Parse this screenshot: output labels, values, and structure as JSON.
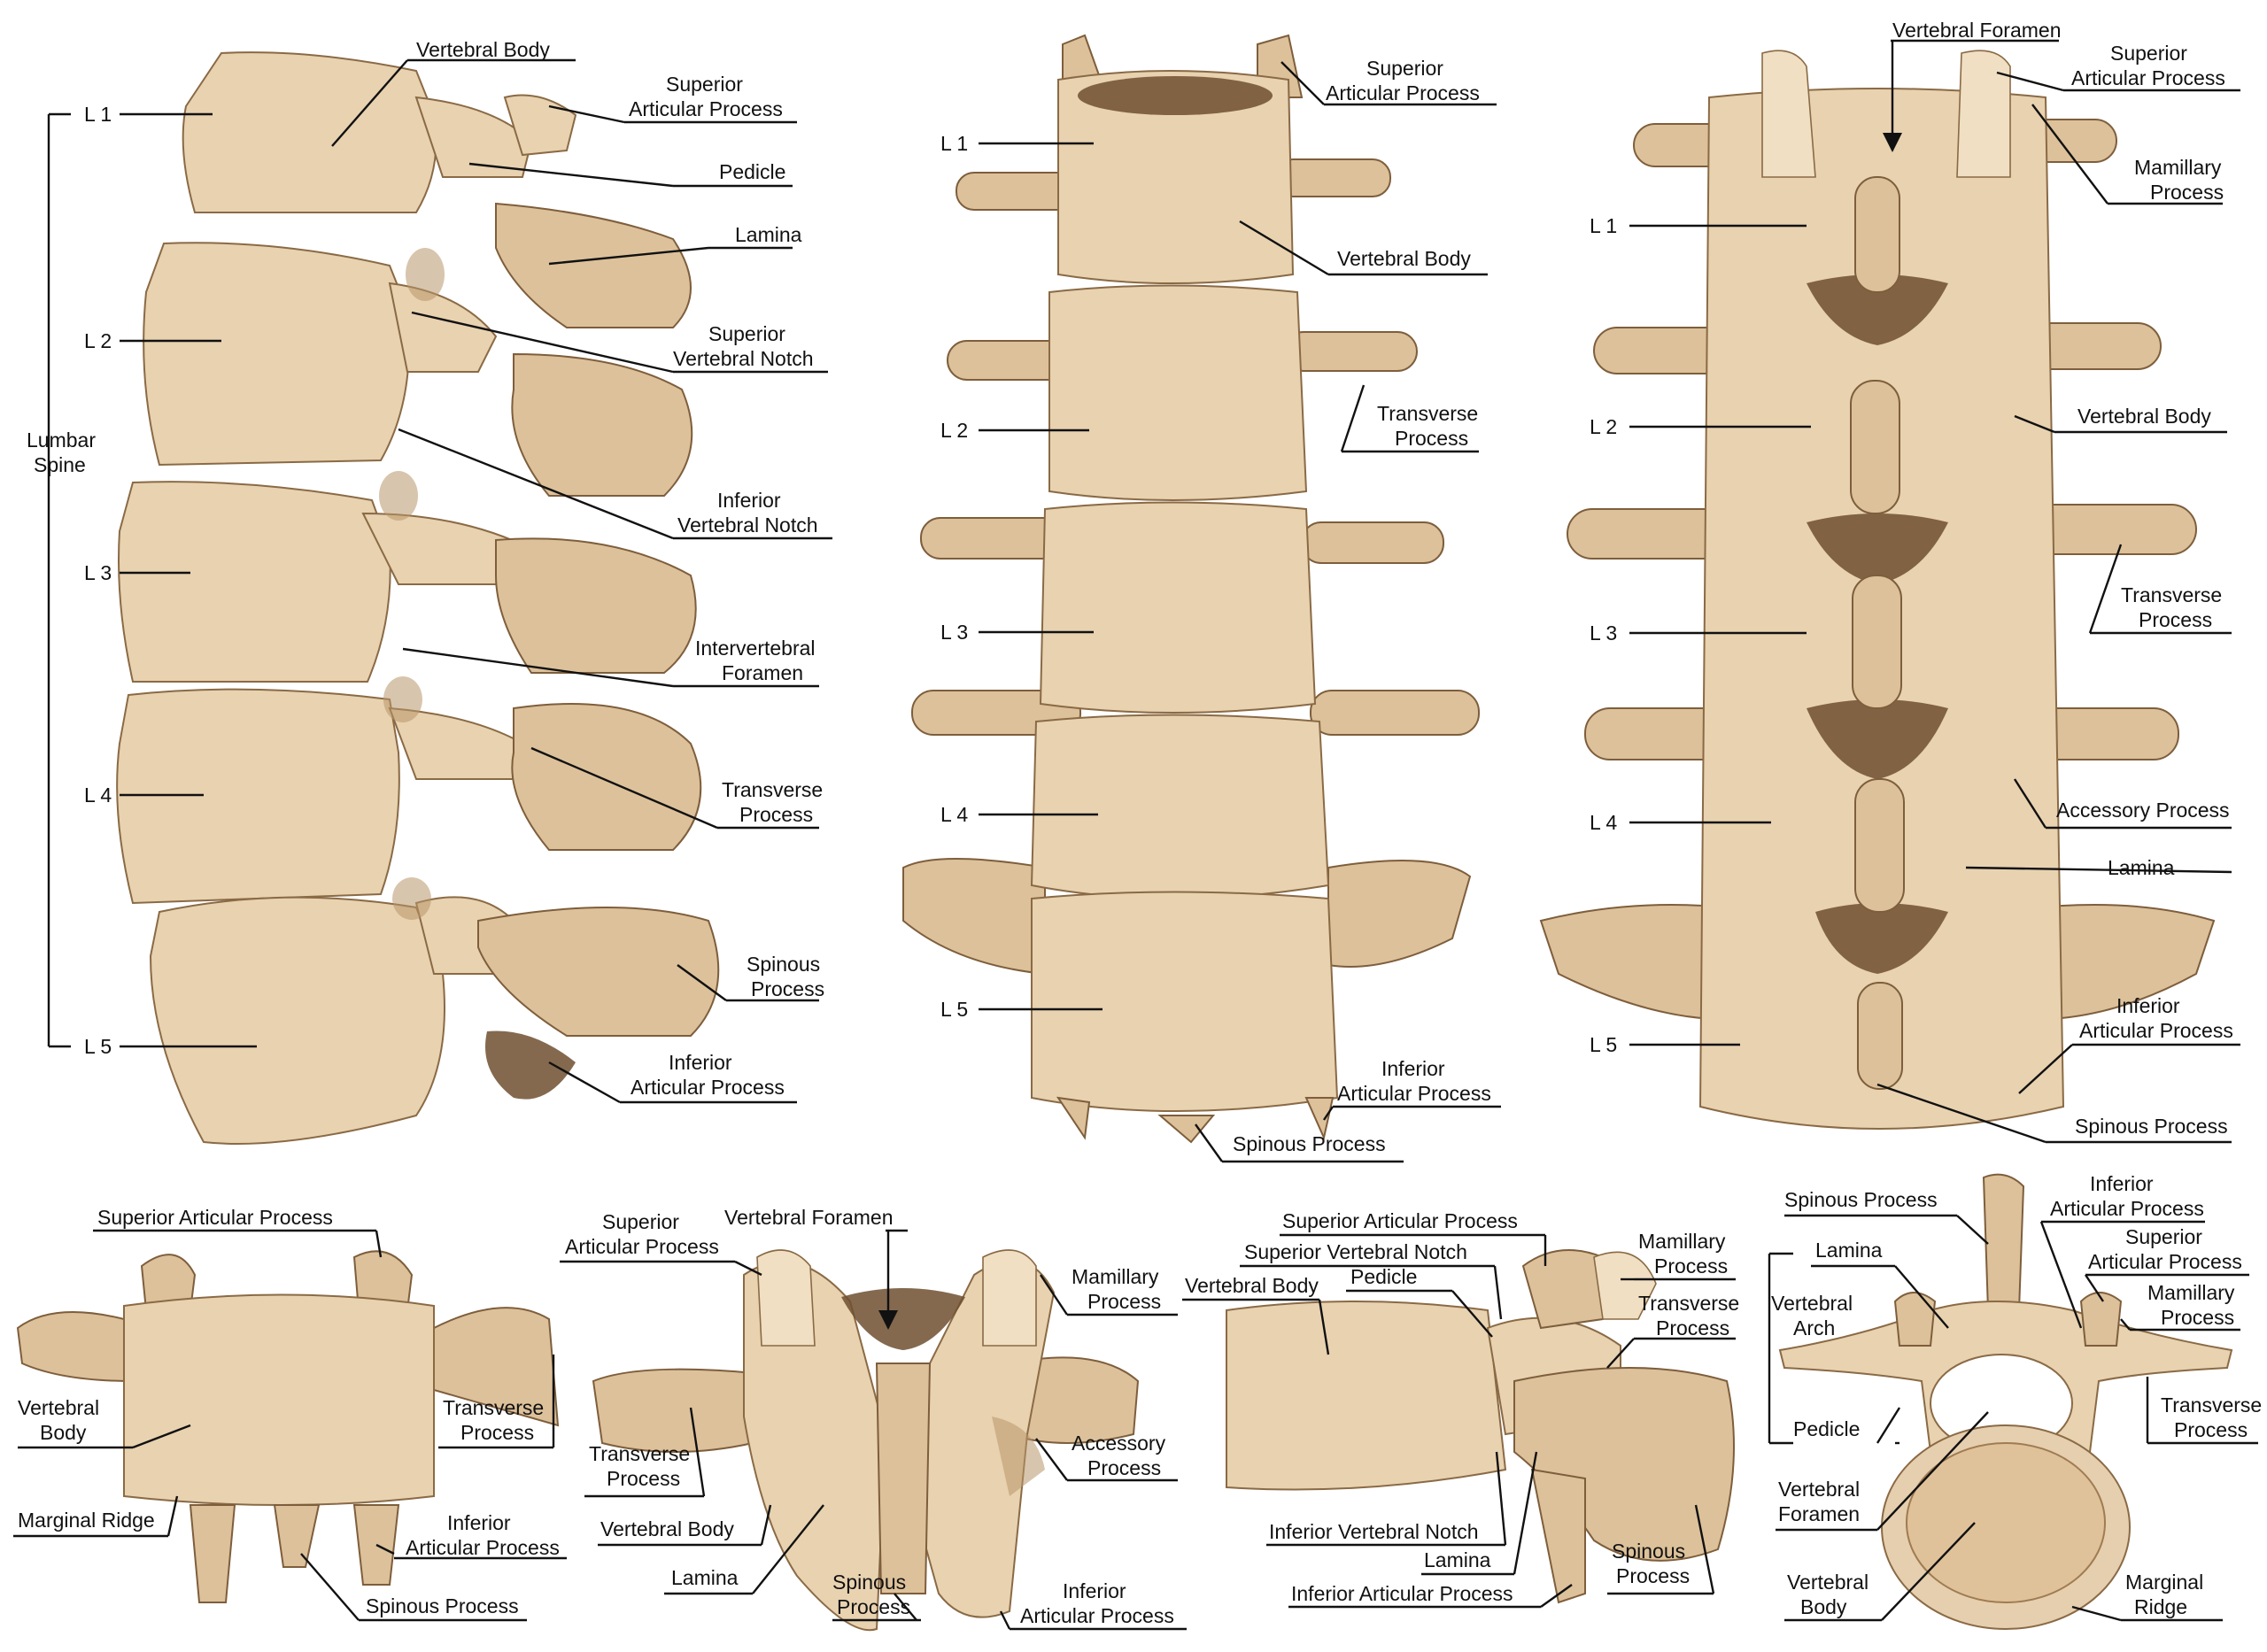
{
  "colors": {
    "bone": "#e8d2b0",
    "bone_dark": "#b8956a",
    "outline": "#8a6a45",
    "label": "#111111",
    "background": "#ffffff"
  },
  "lateral": {
    "levels": [
      "L 1",
      "L 2",
      "L 3",
      "L 4",
      "L 5"
    ],
    "bracket_label_line1": "Lumbar",
    "bracket_label_line2": "Spine",
    "labels": {
      "vertebral_body": "Vertebral Body",
      "sup_art_1": "Superior",
      "sup_art_2": "Articular Process",
      "pedicle": "Pedicle",
      "lamina": "Lamina",
      "sup_notch_1": "Superior",
      "sup_notch_2": "Vertebral Notch",
      "inf_notch_1": "Inferior",
      "inf_notch_2": "Vertebral Notch",
      "iv_foramen_1": "Intervertebral",
      "iv_foramen_2": "Foramen",
      "transverse_1": "Transverse",
      "transverse_2": "Process",
      "spinous_1": "Spinous",
      "spinous_2": "Process",
      "inf_art_1": "Inferior",
      "inf_art_2": "Articular Process"
    }
  },
  "anterior": {
    "levels": [
      "L 1",
      "L 2",
      "L 3",
      "L 4",
      "L 5"
    ],
    "labels": {
      "sup_art_1": "Superior",
      "sup_art_2": "Articular Process",
      "vertebral_body": "Vertebral Body",
      "transverse_1": "Transverse",
      "transverse_2": "Process",
      "inf_art_1": "Inferior",
      "inf_art_2": "Articular Process",
      "spinous": "Spinous Process"
    }
  },
  "posterior": {
    "levels": [
      "L 1",
      "L 2",
      "L 3",
      "L 4",
      "L 5"
    ],
    "labels": {
      "vertebral_foramen": "Vertebral Foramen",
      "sup_art_1": "Superior",
      "sup_art_2": "Articular Process",
      "mamillary_1": "Mamillary",
      "mamillary_2": "Process",
      "vertebral_body": "Vertebral Body",
      "transverse_1": "Transverse",
      "transverse_2": "Process",
      "accessory": "Accessory Process",
      "lamina": "Lamina",
      "inf_art_1": "Inferior",
      "inf_art_2": "Articular Process",
      "spinous": "Spinous Process"
    }
  },
  "single_anterior": {
    "labels": {
      "sup_art": "Superior Articular Process",
      "vb_1": "Vertebral",
      "vb_2": "Body",
      "transverse_1": "Transverse",
      "transverse_2": "Process",
      "marginal": "Marginal Ridge",
      "inf_art_1": "Inferior",
      "inf_art_2": "Articular Process",
      "spinous": "Spinous Process"
    }
  },
  "single_posterior": {
    "labels": {
      "sup_art_1": "Superior",
      "sup_art_2": "Articular Process",
      "vertebral_foramen": "Vertebral Foramen",
      "mamillary_1": "Mamillary",
      "mamillary_2": "Process",
      "transverse_1": "Transverse",
      "transverse_2": "Process",
      "accessory_1": "Accessory",
      "accessory_2": "Process",
      "vertebral_body": "Vertebral Body",
      "lamina": "Lamina",
      "spinous_1": "Spinous",
      "spinous_2": "Process",
      "inf_art_1": "Inferior",
      "inf_art_2": "Articular Process"
    }
  },
  "single_lateral": {
    "labels": {
      "sup_art": "Superior Articular Process",
      "sup_notch": "Superior Vertebral Notch",
      "mamillary_1": "Mamillary",
      "mamillary_2": "Process",
      "vertebral_body": "Vertebral Body",
      "pedicle": "Pedicle",
      "transverse_1": "Transverse",
      "transverse_2": "Process",
      "inf_notch": "Inferior Vertebral Notch",
      "lamina": "Lamina",
      "spinous_1": "Spinous",
      "spinous_2": "Process",
      "inf_art": "Inferior Articular Process"
    }
  },
  "single_superior": {
    "labels": {
      "spinous": "Spinous Process",
      "inf_art_1": "Inferior",
      "inf_art_2": "Articular Process",
      "lamina": "Lamina",
      "sup_art_1": "Superior",
      "sup_art_2": "Articular Process",
      "arch_1": "Vertebral",
      "arch_2": "Arch",
      "mamillary_1": "Mamillary",
      "mamillary_2": "Process",
      "transverse_1": "Transverse",
      "transverse_2": "Process",
      "pedicle": "Pedicle",
      "foramen_1": "Vertebral",
      "foramen_2": "Foramen",
      "body_1": "Vertebral",
      "body_2": "Body",
      "marginal_1": "Marginal",
      "marginal_2": "Ridge"
    }
  }
}
